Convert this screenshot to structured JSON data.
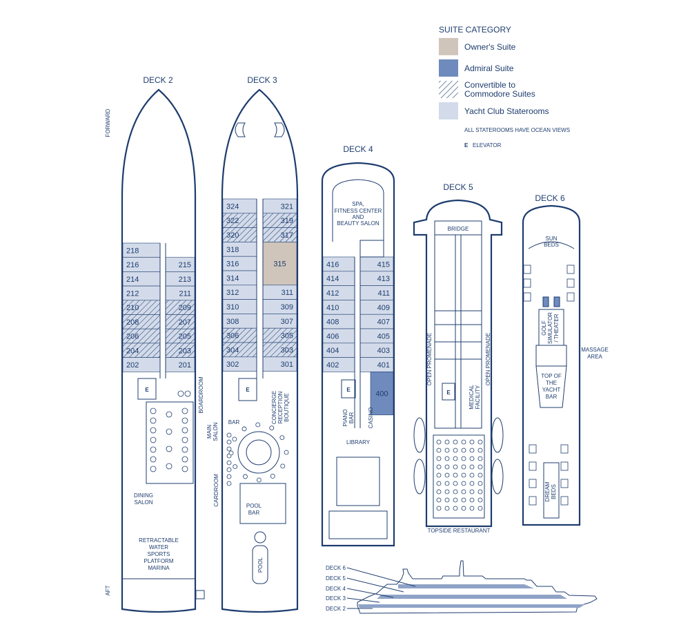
{
  "legend": {
    "title": "SUITE CATEGORY",
    "items": [
      {
        "label": "Owner's Suite",
        "color": "#cfc5bb",
        "pattern": "solid"
      },
      {
        "label": "Admiral Suite",
        "color": "#6f8bbd",
        "pattern": "solid"
      },
      {
        "label": "Convertible to",
        "label2": "Commodore Suites",
        "color": "#1d3c6e",
        "pattern": "hatch"
      },
      {
        "label": "Yacht Club Staterooms",
        "color": "#d3dbea",
        "pattern": "solid"
      }
    ],
    "note": "ALL STATEROOMS HAVE OCEAN VIEWS",
    "elevator_symbol": "E",
    "elevator_label": "ELEVATOR"
  },
  "colors": {
    "navy": "#1d3c6e",
    "yacht_club": "#d3dbea",
    "owner": "#cfc5bb",
    "admiral": "#6f8bbd"
  },
  "orientation": {
    "forward": "FORWARD",
    "aft": "AFT"
  },
  "decks": {
    "deck2": {
      "title": "DECK 2",
      "left": [
        {
          "n": "218",
          "c": "yacht"
        },
        {
          "n": "216",
          "c": "yacht"
        },
        {
          "n": "214",
          "c": "yacht"
        },
        {
          "n": "212",
          "c": "yacht"
        },
        {
          "n": "210",
          "c": "commodore"
        },
        {
          "n": "208",
          "c": "commodore"
        },
        {
          "n": "206",
          "c": "commodore"
        },
        {
          "n": "204",
          "c": "commodore"
        },
        {
          "n": "202",
          "c": "yacht"
        }
      ],
      "right": [
        {
          "n": "215",
          "c": "yacht"
        },
        {
          "n": "213",
          "c": "yacht"
        },
        {
          "n": "211",
          "c": "yacht"
        },
        {
          "n": "209",
          "c": "commodore"
        },
        {
          "n": "207",
          "c": "commodore"
        },
        {
          "n": "205",
          "c": "commodore"
        },
        {
          "n": "203",
          "c": "commodore"
        },
        {
          "n": "201",
          "c": "yacht"
        }
      ],
      "labels": {
        "boardroom": "BOARDROOM",
        "dining1": "DINING",
        "dining2": "SALON",
        "marina1": "RETRACTABLE",
        "marina2": "WATER",
        "marina3": "SPORTS",
        "marina4": "PLATFORM",
        "marina5": "MARINA"
      }
    },
    "deck3": {
      "title": "DECK 3",
      "left": [
        {
          "n": "324",
          "c": "yacht"
        },
        {
          "n": "322",
          "c": "commodore"
        },
        {
          "n": "320",
          "c": "commodore"
        },
        {
          "n": "318",
          "c": "yacht"
        },
        {
          "n": "316",
          "c": "yacht"
        },
        {
          "n": "314",
          "c": "yacht"
        },
        {
          "n": "312",
          "c": "yacht"
        },
        {
          "n": "310",
          "c": "yacht"
        },
        {
          "n": "308",
          "c": "yacht"
        },
        {
          "n": "306",
          "c": "commodore"
        },
        {
          "n": "304",
          "c": "commodore"
        },
        {
          "n": "302",
          "c": "yacht"
        }
      ],
      "right": [
        {
          "n": "321",
          "c": "yacht"
        },
        {
          "n": "319",
          "c": "commodore"
        },
        {
          "n": "317",
          "c": "commodore"
        },
        {
          "n": "315",
          "c": "owner"
        },
        {
          "n": "311",
          "c": "yacht"
        },
        {
          "n": "309",
          "c": "yacht"
        },
        {
          "n": "307",
          "c": "yacht"
        },
        {
          "n": "305",
          "c": "commodore"
        },
        {
          "n": "303",
          "c": "commodore"
        },
        {
          "n": "301",
          "c": "yacht"
        }
      ],
      "labels": {
        "main1": "MAIN",
        "main2": "SALON",
        "bar": "BAR",
        "cardroom": "CARDROOM",
        "concierge": "CONCIERGE",
        "reception": "RECEPTION",
        "boutique": "BOUTIQUE",
        "poolbar1": "POOL",
        "poolbar2": "BAR",
        "pool": "POOL"
      }
    },
    "deck4": {
      "title": "DECK 4",
      "left": [
        {
          "n": "416",
          "c": "yacht"
        },
        {
          "n": "414",
          "c": "yacht"
        },
        {
          "n": "412",
          "c": "yacht"
        },
        {
          "n": "410",
          "c": "yacht"
        },
        {
          "n": "408",
          "c": "yacht"
        },
        {
          "n": "406",
          "c": "yacht"
        },
        {
          "n": "404",
          "c": "yacht"
        },
        {
          "n": "402",
          "c": "yacht"
        }
      ],
      "right": [
        {
          "n": "415",
          "c": "yacht"
        },
        {
          "n": "413",
          "c": "yacht"
        },
        {
          "n": "411",
          "c": "yacht"
        },
        {
          "n": "409",
          "c": "yacht"
        },
        {
          "n": "407",
          "c": "yacht"
        },
        {
          "n": "405",
          "c": "yacht"
        },
        {
          "n": "403",
          "c": "yacht"
        },
        {
          "n": "401",
          "c": "yacht"
        },
        {
          "n": "400",
          "c": "admiral"
        }
      ],
      "labels": {
        "spa1": "SPA,",
        "spa2": "FITNESS CENTER",
        "spa3": "AND",
        "spa4": "BEAUTY SALON",
        "piano1": "PIANO",
        "piano2": "BAR",
        "casino": "CASINO",
        "library": "LIBRARY"
      }
    },
    "deck5": {
      "title": "DECK 5",
      "labels": {
        "bridge": "BRIDGE",
        "promenade_left": "OPEN PROMENADE",
        "promenade_right": "OPEN PROMENADE",
        "medical1": "MEDICAL",
        "medical2": "FACILITY",
        "topside": "TOPSIDE RESTAURANT"
      }
    },
    "deck6": {
      "title": "DECK 6",
      "labels": {
        "sun1": "SUN",
        "sun2": "BEDS",
        "golf1": "GOLF",
        "golf2": "SIMULATOR",
        "golf3": "/ THEATER",
        "top1": "TOP OF",
        "top2": "THE",
        "top3": "YACHT",
        "top4": "BAR",
        "dream1": "DREAM",
        "dream2": "BEDS",
        "massage1": "MASSAGE",
        "massage2": "AREA"
      }
    }
  },
  "profile": {
    "labels": [
      "DECK 6",
      "DECK 5",
      "DECK 4",
      "DECK 3",
      "DECK 2"
    ]
  }
}
